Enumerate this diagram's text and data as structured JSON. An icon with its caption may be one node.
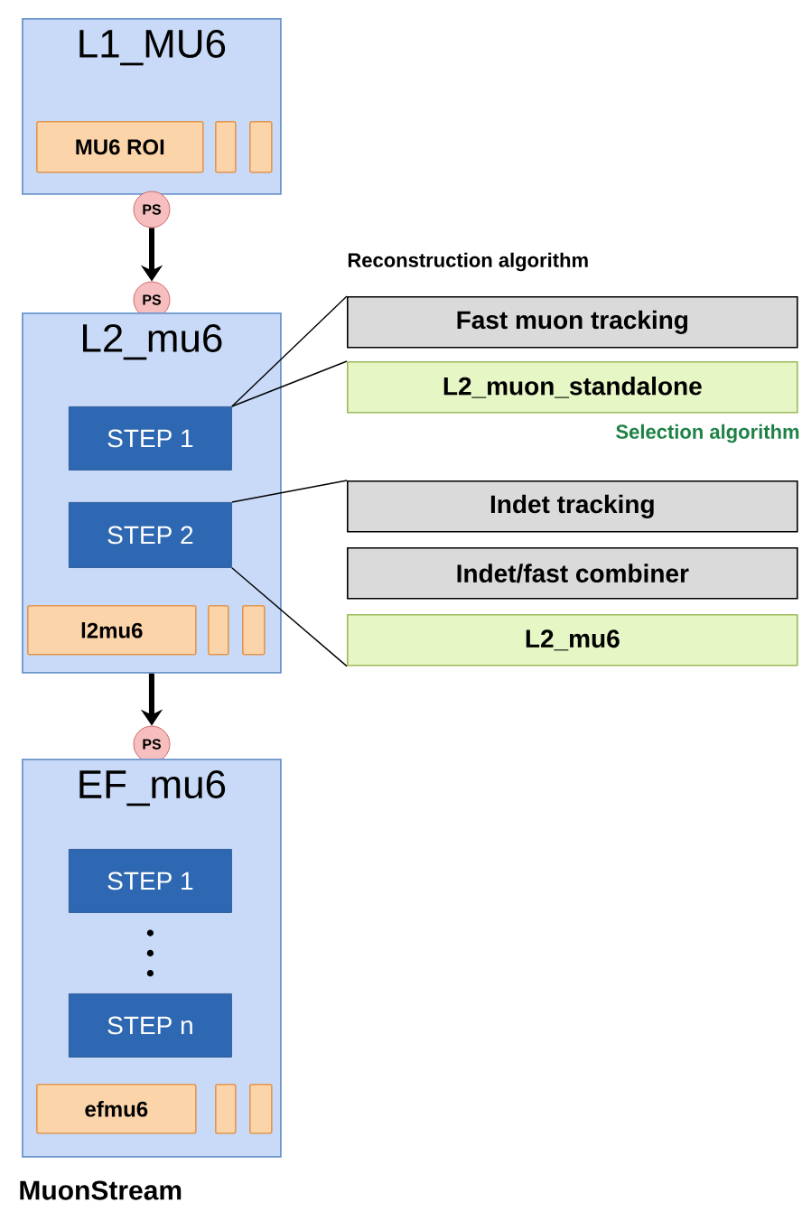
{
  "diagram": {
    "nodes": [
      {
        "text": [
          "L1_MU6"
        ]
      },
      {
        "text": [
          "MU6 ROI"
        ],
        "in": 0
      },
      {
        "text": [],
        "shape": "box",
        "in": 0
      },
      {
        "text": [],
        "shape": "box",
        "in": 0
      },
      {
        "text": [
          "PS"
        ]
      },
      {
        "text": [
          "PS"
        ]
      },
      {
        "text": [
          "L2_mu6"
        ]
      },
      {
        "text": [
          "STEP 1"
        ],
        "in": 6
      },
      {
        "text": [
          "STEP 2"
        ],
        "in": 6
      },
      {
        "text": [
          "l2mu6"
        ],
        "in": 6
      },
      {
        "text": [],
        "shape": "box",
        "in": 6
      },
      {
        "text": [],
        "shape": "box",
        "in": 6
      },
      {
        "text": [
          "PS"
        ]
      },
      {
        "text": [
          "EF_mu6"
        ]
      },
      {
        "text": [
          "STEP 1"
        ],
        "in": 13
      },
      {
        "text": [
          "STEP n"
        ],
        "in": 13
      },
      {
        "text": [
          "efmu6"
        ],
        "in": 13
      },
      {
        "text": [],
        "shape": "box",
        "in": 13
      },
      {
        "text": [],
        "shape": "box",
        "in": 13
      },
      {
        "text": [
          "Fast muon tracking"
        ]
      },
      {
        "text": [
          "L2_muon_standalone"
        ]
      },
      {
        "text": [
          "Indet tracking"
        ]
      },
      {
        "text": [
          "Indet/fast combiner"
        ]
      },
      {
        "text": [
          "L2_mu6"
        ]
      }
    ],
    "edges": [
      {
        "from": 4,
        "to": 5,
        "arrow": "to",
        "style": "thick"
      },
      {
        "from": 6,
        "to": 12,
        "arrow": "to",
        "style": "thick"
      },
      {
        "from": 7,
        "to": 19,
        "arrow": "none"
      },
      {
        "from": 7,
        "to": 20,
        "arrow": "none"
      },
      {
        "from": 8,
        "to": 21,
        "arrow": "none"
      },
      {
        "from": 8,
        "to": 23,
        "arrow": "none"
      }
    ],
    "labels": [
      "Reconstruction algorithm",
      "Selection algorithm",
      "MuonStream"
    ]
  }
}
